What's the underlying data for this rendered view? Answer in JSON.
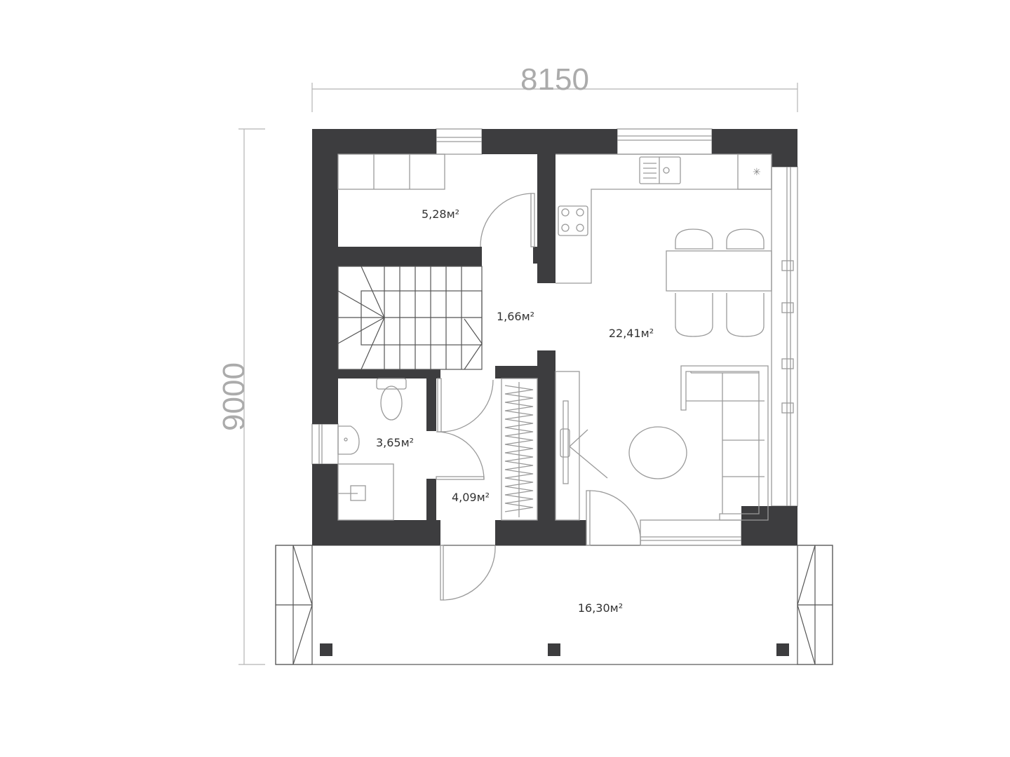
{
  "dimensions": {
    "width": "8150",
    "height": "9000"
  },
  "rooms": [
    {
      "name": "storage",
      "area": "5,28м²"
    },
    {
      "name": "hall",
      "area": "1,66м²"
    },
    {
      "name": "kitchen-living",
      "area": "22,41м²"
    },
    {
      "name": "bathroom",
      "area": "3,65м²"
    },
    {
      "name": "entry",
      "area": "4,09м²"
    },
    {
      "name": "terrace",
      "area": "16,30м²"
    }
  ],
  "colors": {
    "wall": "#3d3d3f",
    "line": "#9a9a9a",
    "dimension": "#ababab"
  }
}
